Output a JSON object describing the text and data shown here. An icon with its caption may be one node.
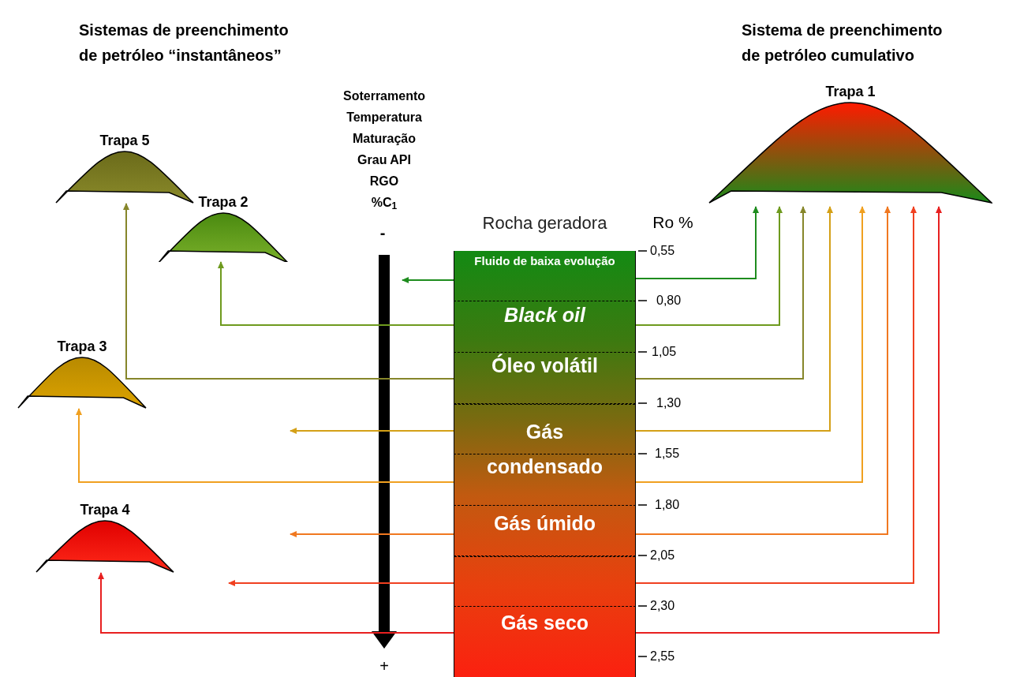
{
  "diagram": {
    "nodes": [
      {
        "text": [
          "Trapa 1"
        ]
      },
      {
        "text": [
          "Trapa 5"
        ]
      },
      {
        "text": [
          "Trapa 2"
        ]
      },
      {
        "text": [
          "Rocha geradora"
        ]
      },
      {
        "text": [
          "Fluido de baixa evolução"
        ],
        "in": 3
      },
      {
        "text": [
          "Black oil"
        ],
        "in": 3
      },
      {
        "text": [
          "Óleo volátil"
        ],
        "in": 3
      },
      {
        "text": [
          "Gás condensado"
        ],
        "in": 3
      },
      {
        "text": [
          "Gás úmido"
        ],
        "in": 3
      },
      {
        "text": [
          "Gás seco"
        ],
        "in": 3
      },
      {
        "text": [
          "Trapa 3"
        ]
      },
      {
        "text": [
          "Trapa 4"
        ]
      }
    ],
    "edges": [
      {
        "from": 4,
        "to": null,
        "arrow": "to",
        "color": "#1e8c1e"
      },
      {
        "from": 4,
        "to": 0,
        "arrow": "to",
        "color": "#1e8c1e"
      },
      {
        "from": 5,
        "to": 2,
        "arrow": "to",
        "color": "#6e9a1e"
      },
      {
        "from": 5,
        "to": 0,
        "arrow": "to",
        "color": "#6e9a1e"
      },
      {
        "from": 6,
        "to": 1,
        "arrow": "to",
        "color": "#86862a"
      },
      {
        "from": 6,
        "to": 0,
        "arrow": "to",
        "color": "#86862a"
      },
      {
        "from": 7,
        "to": null,
        "arrow": "to",
        "color": "#d4a017"
      },
      {
        "from": 7,
        "to": 0,
        "arrow": "to",
        "color": "#d4a017"
      },
      {
        "from": 7,
        "to": 10,
        "arrow": "to",
        "color": "#f0a020"
      },
      {
        "from": 7,
        "to": 0,
        "arrow": "to",
        "color": "#f0a020"
      },
      {
        "from": 8,
        "to": null,
        "arrow": "to",
        "color": "#f07820"
      },
      {
        "from": 8,
        "to": 0,
        "arrow": "to",
        "color": "#f07820"
      },
      {
        "from": 9,
        "to": null,
        "arrow": "to",
        "color": "#f04020"
      },
      {
        "from": 9,
        "to": 0,
        "arrow": "to",
        "color": "#f04020"
      },
      {
        "from": 9,
        "to": 11,
        "arrow": "to",
        "color": "#e82020"
      },
      {
        "from": 9,
        "to": 0,
        "arrow": "to",
        "color": "#e82020"
      }
    ],
    "labels": [
      "Sistemas de preenchimento de petróleo “instantâneos”",
      "Sistema de preenchimento de petróleo cumulativo",
      "Soterramento",
      "Temperatura",
      "Maturação",
      "Grau API",
      "RGO",
      "%C$_{1}$",
      "-",
      "+",
      "Ro %",
      "0,55",
      "0,80",
      "1,05",
      "1,30",
      "1,55",
      "1,80",
      "2,05",
      "2,30",
      "2,55"
    ]
  }
}
